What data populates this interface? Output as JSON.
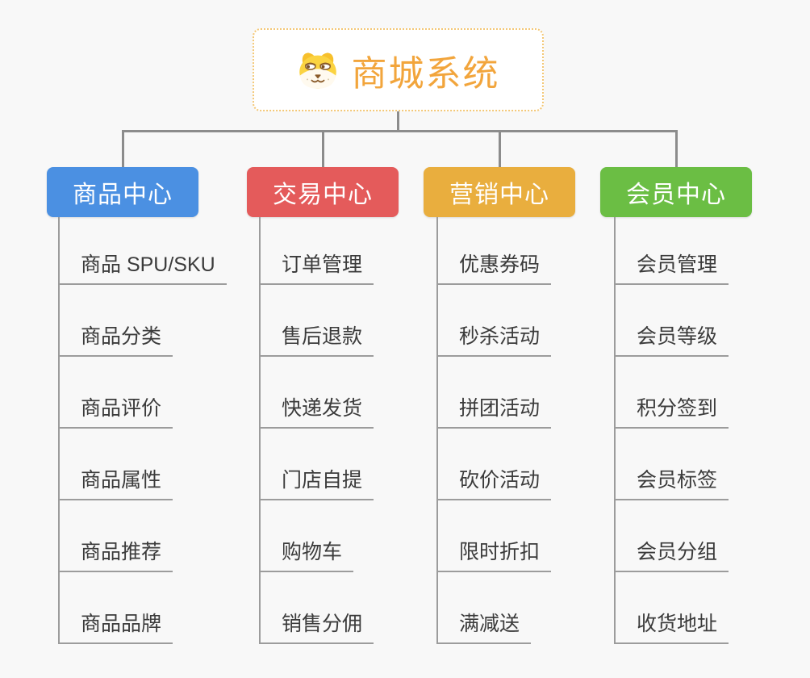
{
  "root": {
    "title": "商城系统",
    "icon": "shiba-dog-icon",
    "text_color": "#f2a53c",
    "border_color": "#f3c776"
  },
  "connector_color": "#8c8c8c",
  "branches": [
    {
      "label": "商品中心",
      "color": "#4b90e2",
      "children": [
        "商品 SPU/SKU",
        "商品分类",
        "商品评价",
        "商品属性",
        "商品推荐",
        "商品品牌"
      ]
    },
    {
      "label": "交易中心",
      "color": "#e45b5b",
      "children": [
        "订单管理",
        "售后退款",
        "快递发货",
        "门店自提",
        "购物车",
        "销售分佣"
      ]
    },
    {
      "label": "营销中心",
      "color": "#e9ae3e",
      "children": [
        "优惠券码",
        "秒杀活动",
        "拼团活动",
        "砍价活动",
        "限时折扣",
        "满减送"
      ]
    },
    {
      "label": "会员中心",
      "color": "#6bbe44",
      "children": [
        "会员管理",
        "会员等级",
        "积分签到",
        "会员标签",
        "会员分组",
        "收货地址"
      ]
    }
  ]
}
